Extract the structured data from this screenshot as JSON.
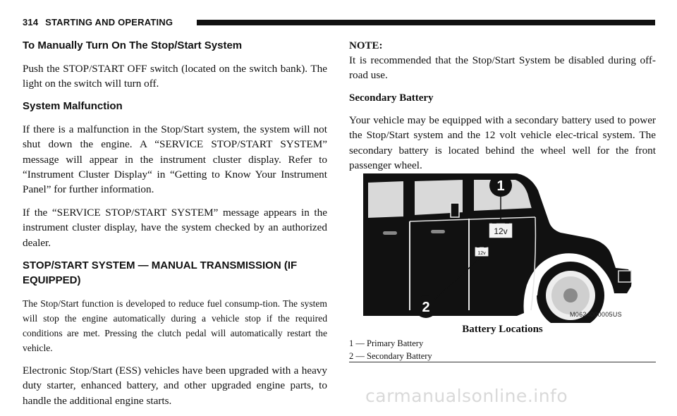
{
  "header": {
    "page_number": "314",
    "section_title": "STARTING AND OPERATING"
  },
  "left": {
    "h1": "To Manually Turn On The Stop/Start System",
    "p1": "Push the STOP/START OFF switch (located on the switch bank). The light on the switch will turn off.",
    "h2": "System Malfunction",
    "p2": "If there is a malfunction in the Stop/Start system, the system will not shut down the engine. A “SERVICE STOP/START SYSTEM” message will appear in the instrument cluster display. Refer to “Instrument Cluster Display“ in “Getting to Know Your Instrument Panel” for further information.",
    "p3": "If the “SERVICE STOP/START SYSTEM” message appears in the instrument cluster display, have the system checked by an authorized dealer.",
    "h3": "STOP/START SYSTEM — MANUAL TRANSMISSION (IF EQUIPPED)",
    "p4": "The Stop/Start function is developed to reduce fuel consump-tion. The system will stop the engine automatically during a vehicle stop if the required conditions are met. Pressing the clutch pedal will automatically restart the vehicle.",
    "p5": "Electronic Stop/Start (ESS) vehicles have been upgraded with a heavy duty starter, enhanced battery, and other upgraded engine parts, to handle the additional engine starts."
  },
  "right": {
    "note_label": "NOTE:",
    "note_text": "It is recommended that the Stop/Start System be disabled during off-road use.",
    "h_secondary": "Secondary Battery",
    "p_secondary": "Your vehicle may be equipped with a secondary battery used to power the Stop/Start system and the 12 volt vehicle elec-trical system. The secondary battery is located behind the wheel well for the front passenger wheel."
  },
  "figure": {
    "callout_1": "1",
    "callout_2": "2",
    "battery_large_label": "12v",
    "battery_small_label": "12v",
    "code": "M0624000005US",
    "caption": "Battery Locations",
    "legend": [
      "1 — Primary Battery",
      "2 — Secondary Battery"
    ]
  },
  "watermark": "carmanualsonline.info"
}
